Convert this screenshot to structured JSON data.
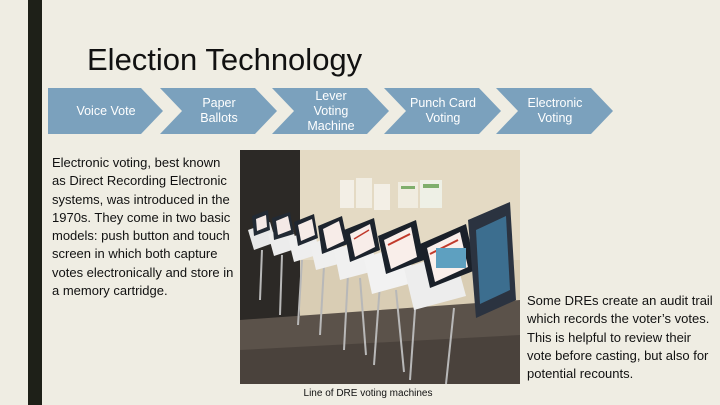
{
  "slide": {
    "title": "Election Technology",
    "steps": [
      {
        "label": "Voice Vote"
      },
      {
        "label": "Paper Ballots"
      },
      {
        "label": "Lever Voting Machine"
      },
      {
        "label": "Punch Card Voting"
      },
      {
        "label": "Electronic Voting"
      }
    ],
    "body": "Electronic voting, best known as Direct Recording Electronic systems, was introduced in the 1970s. They come in two basic models: push button and touch screen in which both capture votes electronically and store in a memory cartridge.",
    "caption": "Line of DRE voting machines",
    "side_note": "Some DREs create an audit trail which records the voter’s votes. This is helpful to review their vote before casting, but also for potential recounts."
  },
  "colors": {
    "chevron_fill": "#7ba1bd",
    "accent_bar": "#1e2018",
    "background": "#efede3"
  }
}
